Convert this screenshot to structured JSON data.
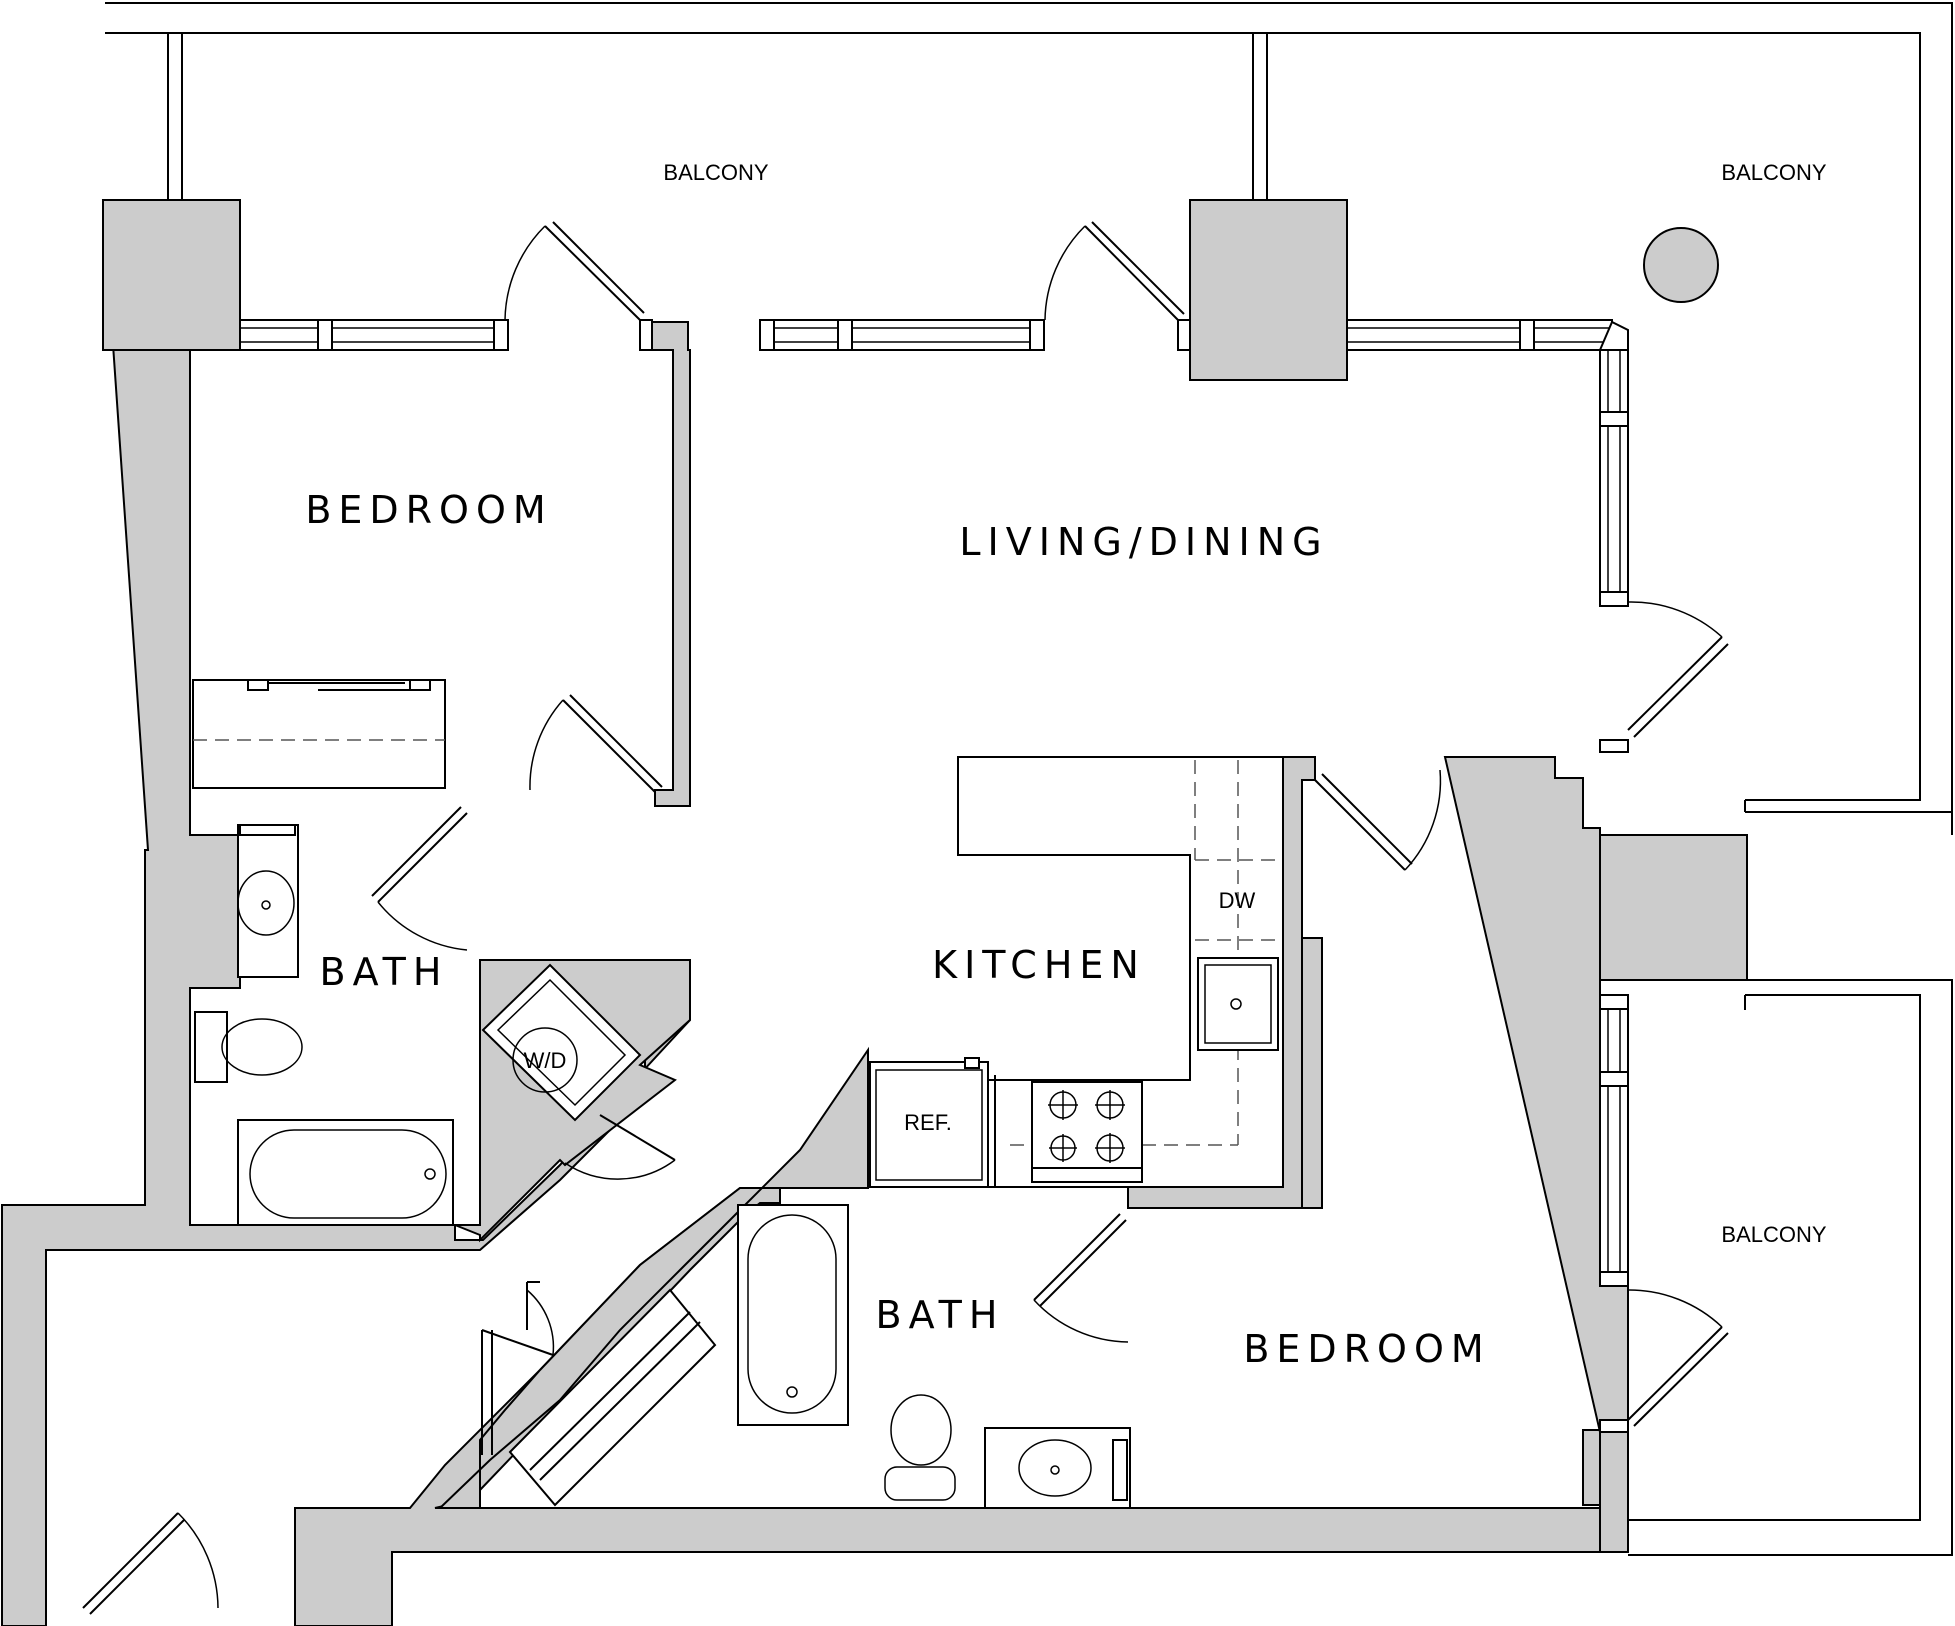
{
  "labels": {
    "balcony_top_left": "BALCONY",
    "balcony_top_right": "BALCONY",
    "balcony_right": "BALCONY",
    "bedroom_1": "BEDROOM",
    "living_dining": "LIVING/DINING",
    "kitchen": "KITCHEN",
    "bath_1": "BATH",
    "bath_2": "BATH",
    "bedroom_2": "BEDROOM",
    "washer_dryer": "W/D",
    "dishwasher": "DW",
    "refrigerator": "REF."
  },
  "colors": {
    "wall_fill": "#cccccc",
    "line": "#000000",
    "background": "#ffffff"
  }
}
